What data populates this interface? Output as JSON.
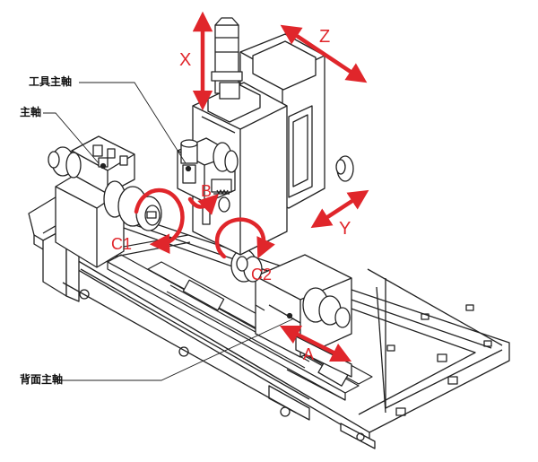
{
  "callouts": {
    "tool_spindle": "工具主軸",
    "main_spindle": "主軸",
    "back_spindle": "背面主軸"
  },
  "axes": {
    "x": "X",
    "z": "Z",
    "y": "Y",
    "b": "B",
    "a": "A",
    "c1": "C1",
    "c2": "C2"
  },
  "colors": {
    "line": "#222222",
    "arrow": "#e0262b",
    "background": "#ffffff"
  }
}
